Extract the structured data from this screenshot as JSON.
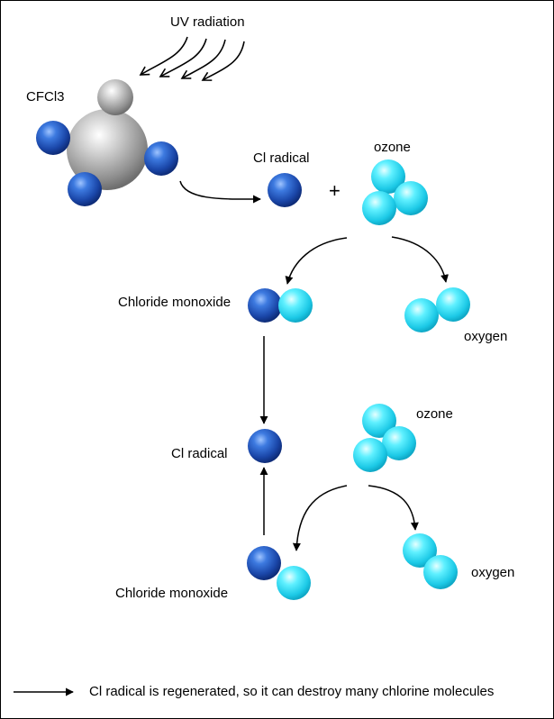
{
  "labels": {
    "uv": "UV radiation",
    "cfcl3": "CFCl3",
    "cl_radical_top": "Cl radical",
    "plus": "+",
    "ozone_top": "ozone",
    "chloride_monoxide_1": "Chloride monoxide",
    "oxygen_1": "oxygen",
    "cl_radical_mid": "Cl radical",
    "ozone_mid": "ozone",
    "chloride_monoxide_2": "Chloride monoxide",
    "oxygen_2": "oxygen"
  },
  "legend": {
    "text": "Cl radical is regenerated, so it can destroy many chlorine molecules"
  },
  "colors": {
    "chlorine": "#1f4fb5",
    "oxygen": "#2fd9ee",
    "carbon": "#a0a0a0",
    "fluorine": "#b0b0b0"
  }
}
